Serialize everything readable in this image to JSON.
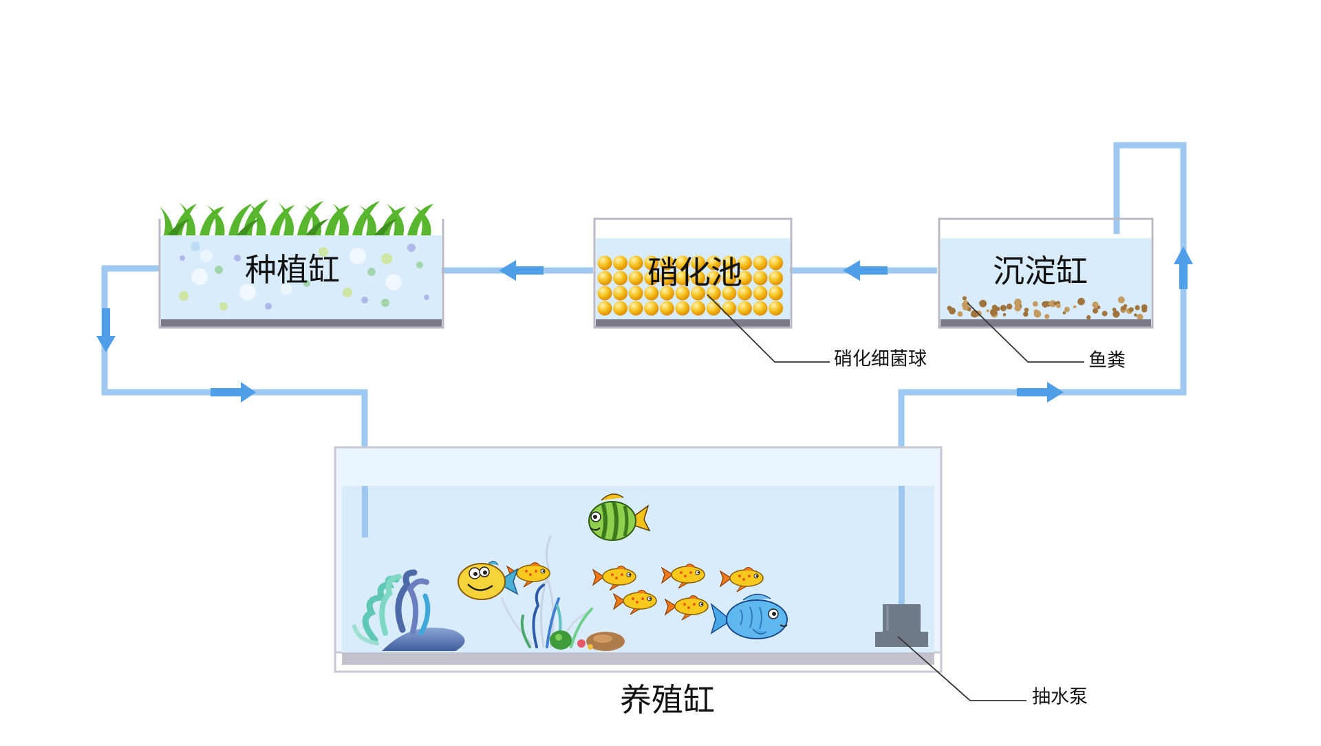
{
  "tanks": {
    "planting": {
      "label": "种植缸"
    },
    "nitrification": {
      "label": "硝化池"
    },
    "sedimentation": {
      "label": "沉淀缸"
    },
    "breeding": {
      "label": "养殖缸"
    }
  },
  "callouts": {
    "bacteria_balls": "硝化细菌球",
    "fish_waste": "鱼粪",
    "water_pump": "抽水泵"
  },
  "colors": {
    "pipe": "#9ec8f0",
    "arrow": "#4f9ee8",
    "water": "#d9ecfb",
    "tank_edge": "#b9b9c4",
    "tank_floor": "#7a7a88",
    "balls": "#f6c21f",
    "plants": "#58b62e",
    "waste": "#a0743c"
  },
  "icons": [
    "grass-icon",
    "bubble-icon",
    "ball-icon",
    "waste-icon",
    "fish-icon",
    "coral-icon",
    "pump-icon",
    "arrow-icon"
  ]
}
